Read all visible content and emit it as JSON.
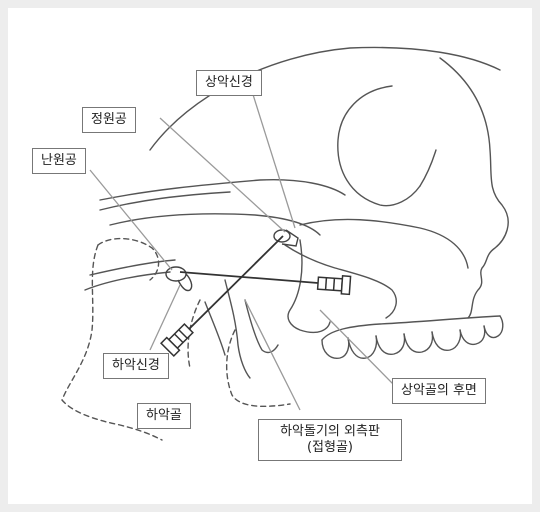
{
  "colors": {
    "outline": "#555555",
    "leader": "#9a9a9a",
    "needle": "#333333",
    "panel": "#ffffff",
    "background": "#ededed"
  },
  "labels": {
    "maxillary_nerve": "상악신경",
    "foramen_rotundum": "정원공",
    "foramen_ovale": "난원공",
    "mandibular_nerve": "하악신경",
    "mandible": "하악골",
    "pterygoid_plate_line1": "하악돌기의 외측판",
    "pterygoid_plate_line2": "(접형골)",
    "maxilla_posterior": "상악골의 후면"
  }
}
